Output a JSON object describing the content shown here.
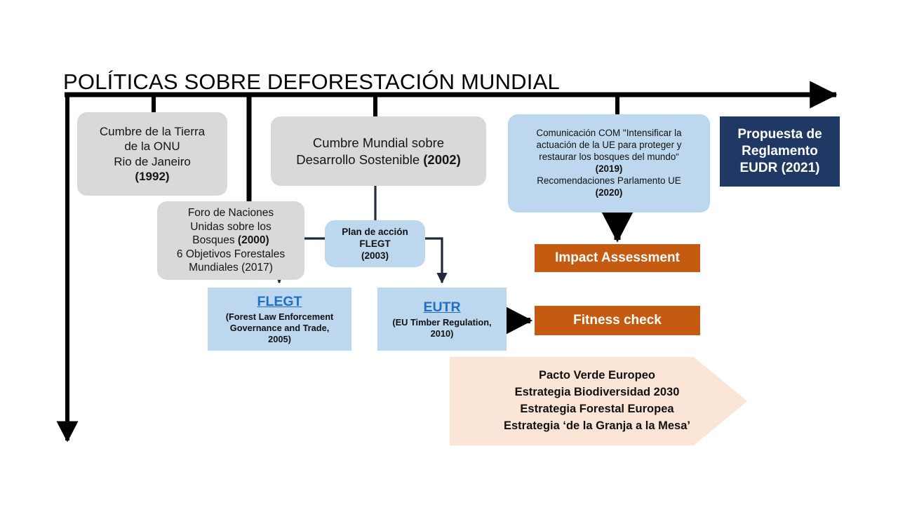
{
  "page": {
    "title": "POLÍTICAS SOBRE DEFORESTACIÓN MUNDIAL"
  },
  "colors": {
    "gray_box": "#D9D9D9",
    "light_blue_box": "#BDD7EE",
    "navy_box": "#1F3864",
    "orange_box": "#C55A11",
    "peach_chevron": "#FBE5D6",
    "link_blue": "#1F6FC4",
    "axis_black": "#000000",
    "connector_slate": "#1F2B3A"
  },
  "timeline": {
    "axis_label": "timeline-axis",
    "tick_count": 5
  },
  "nodes": {
    "earth_summit": {
      "line1": "Cumbre de la Tierra",
      "line2": "de la ONU",
      "line3": "Rio de Janeiro",
      "year": "(1992)"
    },
    "unff": {
      "line1": "Foro de Naciones",
      "line2": "Unidas sobre los",
      "line3_text": "Bosques ",
      "line3_year": "(2000)",
      "line4": "6 Objetivos Forestales",
      "line5": "Mundiales (2017)"
    },
    "wssd": {
      "line1": "Cumbre Mundial sobre",
      "line2_text": "Desarrollo Sostenible ",
      "line2_year": "(2002)"
    },
    "flegt_plan": {
      "line1": "Plan de acción",
      "line2": "FLEGT",
      "line3": "(2003)"
    },
    "com": {
      "line1": "Comunicación COM \"Intensificar la",
      "line2": "actuación de la UE para proteger y",
      "line3": "restaurar los bosques del mundo“",
      "line4": "(2019)",
      "line5": "Recomendaciones Parlamento UE",
      "line6": "(2020)"
    },
    "eudr": {
      "line1": "Propuesta de",
      "line2": "Reglamento",
      "line3": "EUDR (2021)"
    },
    "flegt": {
      "link": "FLEGT",
      "sub1": "(Forest Law Enforcement",
      "sub2": "Governance and Trade,",
      "sub3": "2005)"
    },
    "eutr": {
      "link": "EUTR",
      "sub1": "(EU Timber Regulation,",
      "sub2": "2010)"
    },
    "impact_assessment": {
      "label": "Impact Assessment"
    },
    "fitness_check": {
      "label": "Fitness check"
    },
    "strategies": {
      "line1": "Pacto Verde Europeo",
      "line2": "Estrategia Biodiversidad 2030",
      "line3": "Estrategia Forestal Europea",
      "line4": "Estrategia ‘de la Granja a la Mesa’"
    }
  }
}
